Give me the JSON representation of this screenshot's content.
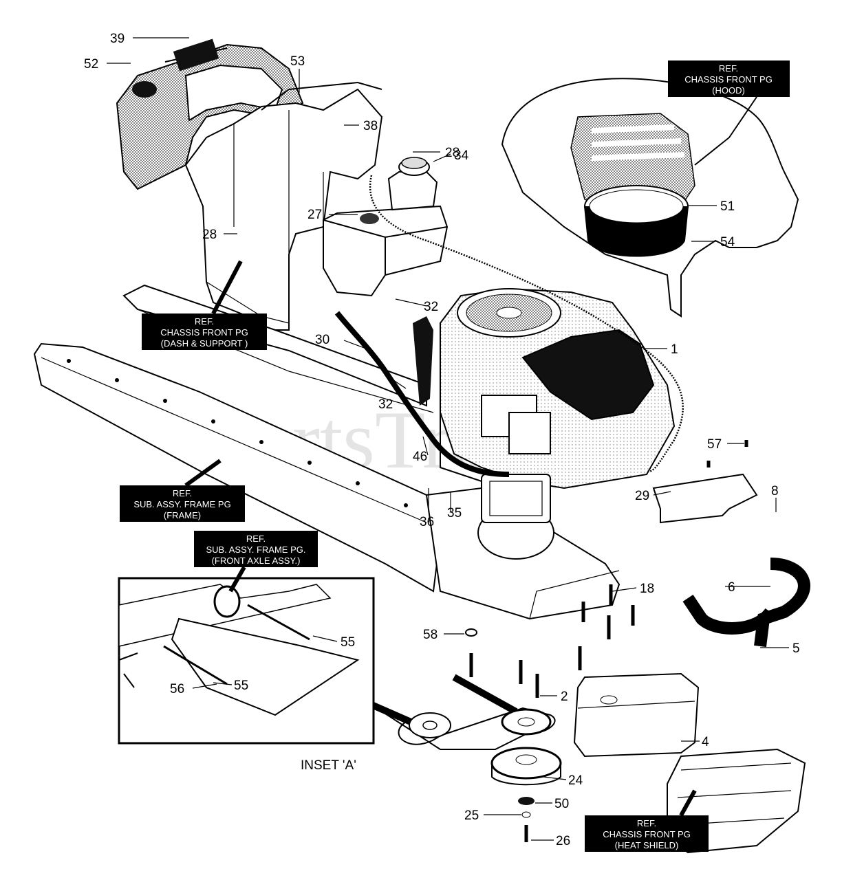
{
  "watermark": "PartsTree",
  "inset_label": "INSET 'A'",
  "ref_boxes": {
    "hood": [
      "REF.",
      "CHASSIS FRONT PG",
      "(HOOD)"
    ],
    "dash": [
      "REF.",
      "CHASSIS FRONT PG",
      "(DASH & SUPPORT )"
    ],
    "frame": [
      "REF.",
      "SUB. ASSY. FRAME PG",
      "(FRAME)"
    ],
    "axle": [
      "REF.",
      "SUB. ASSY. FRAME PG.",
      "(FRONT AXLE ASSY.)"
    ],
    "heat": [
      "REF.",
      "CHASSIS FRONT PG",
      "(HEAT SHIELD)"
    ]
  },
  "callouts": {
    "c39": "39",
    "c52": "52",
    "c53": "53",
    "c38": "38",
    "c28a": "28",
    "c34": "34",
    "c27": "27",
    "c28b": "28",
    "c51": "51",
    "c54": "54",
    "c32a": "32",
    "c30": "30",
    "c1": "1",
    "c32b": "32",
    "c46": "46",
    "c57": "57",
    "c29": "29",
    "c8": "8",
    "c36": "36",
    "c35": "35",
    "c18": "18",
    "c6": "6",
    "c55a": "55",
    "c58": "58",
    "c5": "5",
    "c56": "56",
    "c55b": "55",
    "c2": "2",
    "c4": "4",
    "c24": "24",
    "c50": "50",
    "c25": "25",
    "c26": "26"
  }
}
